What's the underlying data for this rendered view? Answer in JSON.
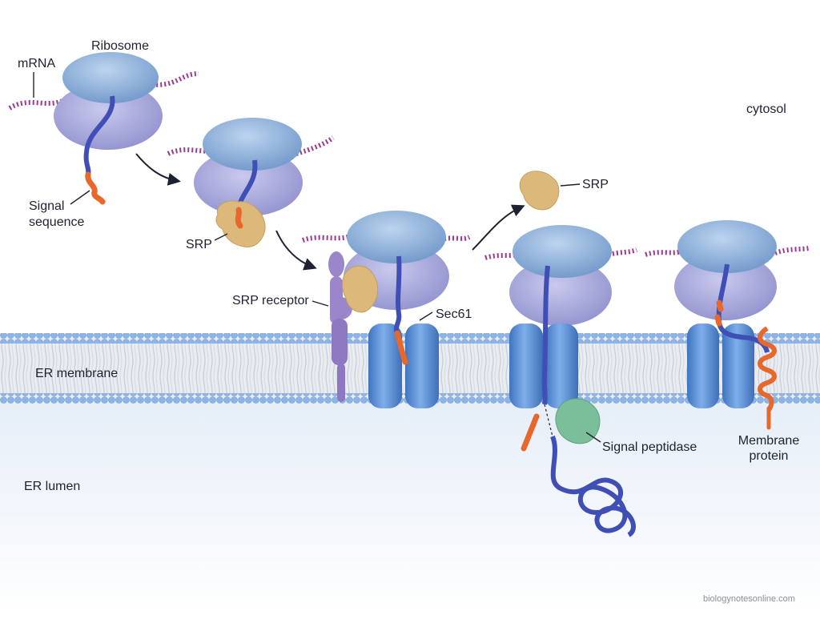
{
  "labels": {
    "mrna": "mRNA",
    "ribosome": "Ribosome",
    "signal_sequence": "Signal\nsequence",
    "srp_1": "SRP",
    "srp_2": "SRP",
    "srp_receptor": "SRP receptor",
    "sec61": "Sec61",
    "cytosol": "cytosol",
    "er_membrane": "ER membrane",
    "er_lumen": "ER lumen",
    "signal_peptidase": "Signal peptidase",
    "membrane_protein": "Membrane\nprotein",
    "watermark": "biologynotesonline.com"
  },
  "colors": {
    "ribosome_large": "#8fb3dd",
    "ribosome_small": "#a8a9dc",
    "mrna": "#9c3a8f",
    "polypeptide": "#3f4fb5",
    "signal_sequence": "#e8672b",
    "srp": "#dcb97a",
    "srp_receptor": "#9b86cc",
    "sec61": "#5b8fd6",
    "signal_peptidase": "#7bbf9a",
    "membrane_head": "#8db4e6",
    "membrane_tail": "#cfd6dd"
  }
}
